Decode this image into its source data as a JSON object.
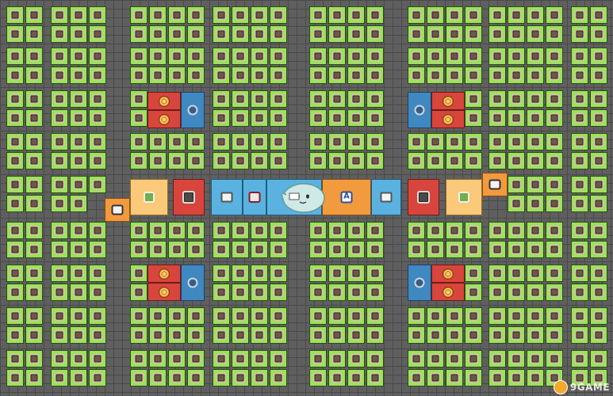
{
  "screen": {
    "title": ""
  },
  "colors": {
    "grass": "#9be25a",
    "road": "#5f5f5f",
    "red": "#d8453c",
    "blue": "#5ab2e0",
    "orange": "#f19a3e",
    "peach": "#fbc97a",
    "steel": "#3f88c0"
  },
  "special_tiles": [
    {
      "kind": "red",
      "icon": "spiral-icon",
      "zone": "upper-left",
      "part": "top"
    },
    {
      "kind": "red",
      "icon": "spiral-icon",
      "zone": "upper-left",
      "part": "bottom"
    },
    {
      "kind": "steel",
      "icon": "gear-icon",
      "zone": "upper-left"
    },
    {
      "kind": "steel",
      "icon": "gear-icon",
      "zone": "upper-right"
    },
    {
      "kind": "red",
      "icon": "spiral-icon",
      "zone": "upper-right",
      "part": "top"
    },
    {
      "kind": "red",
      "icon": "spiral-icon",
      "zone": "upper-right",
      "part": "bottom"
    },
    {
      "kind": "red",
      "icon": "spiral-icon",
      "zone": "lower-left",
      "part": "top"
    },
    {
      "kind": "red",
      "icon": "spiral-icon",
      "zone": "lower-left",
      "part": "bottom"
    },
    {
      "kind": "steel",
      "icon": "gear-icon",
      "zone": "lower-left"
    },
    {
      "kind": "steel",
      "icon": "gear-icon",
      "zone": "lower-right"
    },
    {
      "kind": "red",
      "icon": "spiral-icon",
      "zone": "lower-right",
      "part": "top"
    },
    {
      "kind": "red",
      "icon": "spiral-icon",
      "zone": "lower-right",
      "part": "bottom"
    },
    {
      "kind": "orange",
      "icon": "camera-icon",
      "zone": "center-far-left"
    },
    {
      "kind": "peach",
      "icon": "gem-icon",
      "zone": "center-left"
    },
    {
      "kind": "red",
      "icon": "house-icon",
      "zone": "center-left-2"
    },
    {
      "kind": "blue",
      "icon": "book-icon",
      "zone": "center-left-3"
    },
    {
      "kind": "blue",
      "icon": "trophy-icon",
      "zone": "center-left-4"
    },
    {
      "kind": "orange",
      "icon": "figure-icon",
      "zone": "center-right-1"
    },
    {
      "kind": "blue",
      "icon": "book-icon",
      "zone": "center-right-2"
    },
    {
      "kind": "red",
      "icon": "house-icon",
      "zone": "center-right-3"
    },
    {
      "kind": "peach",
      "icon": "gem-icon",
      "zone": "center-right-4"
    },
    {
      "kind": "orange",
      "icon": "camera-icon",
      "zone": "center-far-right"
    }
  ],
  "mascot": {
    "icon": "ghost-mascot-icon"
  },
  "watermark": {
    "text": "9GAME"
  }
}
